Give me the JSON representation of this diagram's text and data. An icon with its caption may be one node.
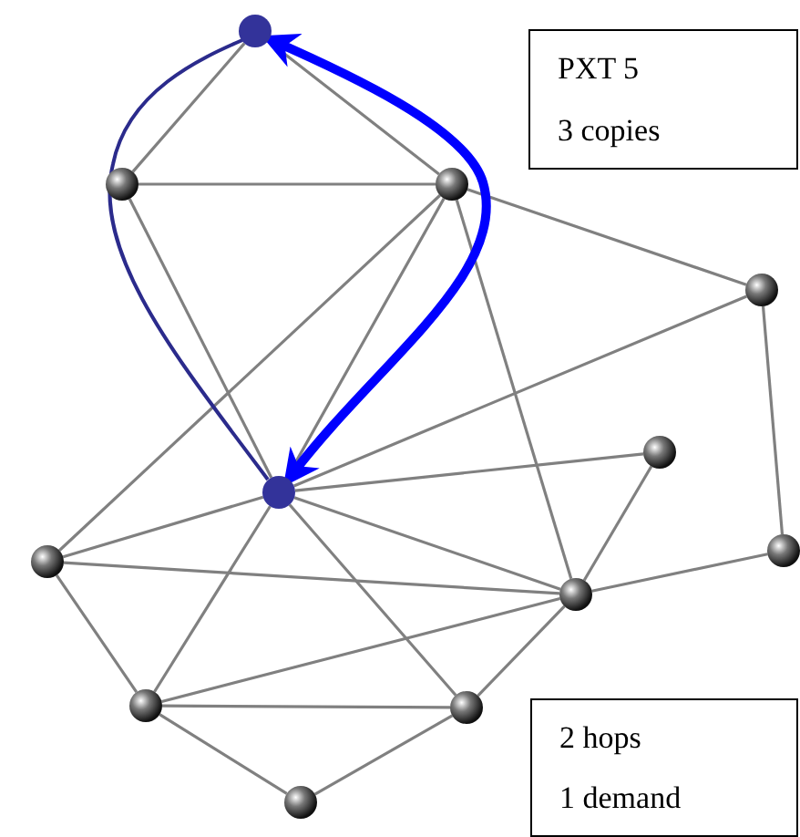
{
  "diagram": {
    "nodes": [
      {
        "text": [],
        "shape": "circle"
      },
      {
        "text": [],
        "shape": "circle"
      },
      {
        "text": [],
        "shape": "circle"
      },
      {
        "text": [],
        "shape": "circle"
      },
      {
        "text": [],
        "shape": "circle"
      },
      {
        "text": [],
        "shape": "circle"
      },
      {
        "text": [],
        "shape": "circle"
      },
      {
        "text": [],
        "shape": "circle"
      },
      {
        "text": [],
        "shape": "circle"
      },
      {
        "text": [],
        "shape": "circle"
      },
      {
        "text": [],
        "shape": "circle"
      },
      {
        "text": [],
        "shape": "circle"
      },
      {
        "text": [
          "PXT 5",
          "3 copies"
        ]
      },
      {
        "text": [
          "2 hops",
          "1 demand"
        ]
      }
    ],
    "edges": [
      {
        "from": 0,
        "to": 1,
        "arrow": "none"
      },
      {
        "from": 0,
        "to": 2,
        "arrow": "none"
      },
      {
        "from": 1,
        "to": 2,
        "arrow": "none"
      },
      {
        "from": 1,
        "to": 4,
        "arrow": "none"
      },
      {
        "from": 2,
        "to": 6,
        "arrow": "none"
      },
      {
        "from": 2,
        "to": 4,
        "arrow": "none"
      },
      {
        "from": 2,
        "to": 7,
        "arrow": "none"
      },
      {
        "from": 2,
        "to": 3,
        "arrow": "none"
      },
      {
        "from": 3,
        "to": 4,
        "arrow": "none"
      },
      {
        "from": 3,
        "to": 8,
        "arrow": "none"
      },
      {
        "from": 4,
        "to": 5,
        "arrow": "none"
      },
      {
        "from": 4,
        "to": 6,
        "arrow": "none"
      },
      {
        "from": 4,
        "to": 7,
        "arrow": "none"
      },
      {
        "from": 4,
        "to": 9,
        "arrow": "none"
      },
      {
        "from": 4,
        "to": 10,
        "arrow": "none"
      },
      {
        "from": 5,
        "to": 7,
        "arrow": "none"
      },
      {
        "from": 6,
        "to": 7,
        "arrow": "none"
      },
      {
        "from": 6,
        "to": 9,
        "arrow": "none"
      },
      {
        "from": 7,
        "to": 8,
        "arrow": "none"
      },
      {
        "from": 7,
        "to": 9,
        "arrow": "none"
      },
      {
        "from": 7,
        "to": 10,
        "arrow": "none"
      },
      {
        "from": 9,
        "to": 10,
        "arrow": "none"
      },
      {
        "from": 9,
        "to": 11,
        "arrow": "none"
      },
      {
        "from": 10,
        "to": 11,
        "arrow": "none"
      },
      {
        "from": 4,
        "to": 0,
        "arrow": "both",
        "style": "thick",
        "color": "#0000ff"
      },
      {
        "from": 4,
        "to": 0,
        "arrow": "none",
        "color": "#2b2b8c"
      }
    ]
  }
}
